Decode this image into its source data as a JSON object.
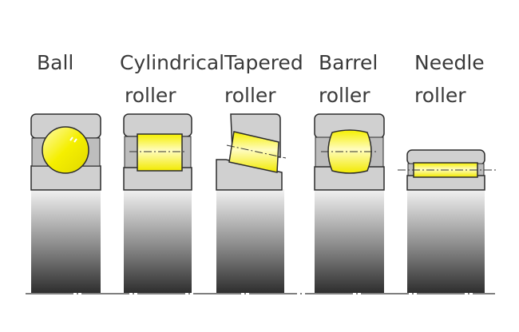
{
  "labels": [
    {
      "line1": "Ball",
      "line2": ""
    },
    {
      "line1": "Cylindrical",
      "line2": "roller"
    },
    {
      "line1": "Tapered",
      "line2": "roller"
    },
    {
      "line1": "Barrel",
      "line2": "roller"
    },
    {
      "line1": "Needle",
      "line2": "roller"
    }
  ],
  "colors": {
    "ring": "#d0d0d0",
    "outline": "#2b2b2b",
    "housing_top": "#e8e8e8",
    "housing_bottom": "#3a3a3a",
    "element": "#f5ef00"
  }
}
